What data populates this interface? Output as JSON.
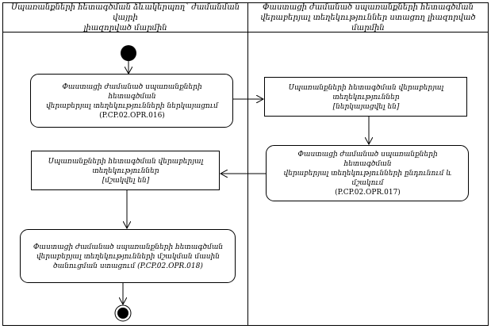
{
  "lanes": [
    {
      "title_lines": [
        "Սպառանքների հետագծման ձևակերպող` ժամանման վայրի",
        "լիազորված մարմին"
      ]
    },
    {
      "title_lines": [
        "Փաստացի ժամանած սպառանքների հետագծման",
        "վերաբերյալ տեղեկություններ ստացող լիազորված մարմին"
      ]
    }
  ],
  "nodes": {
    "act_present": {
      "lines": [
        "Փաստացի ժամանած սպառանքների հետագծման",
        "վերաբերյալ տեղեկությունների ներկայացում"
      ],
      "code": "(P.CP.02.OPR.016)"
    },
    "obj_submitted": {
      "lines": [
        "Սպառանքների հետագծման վերաբերյալ",
        "տեղեկություններ"
      ],
      "state": "[ներկայացվել են]"
    },
    "act_accept": {
      "lines": [
        "Փաստացի ժամանած սպառանքների հետագծման",
        "վերաբերյալ տեղեկությունների ընդունում և",
        "մշակում"
      ],
      "code": "(P.CP.02.OPR.017)"
    },
    "obj_processed": {
      "lines": [
        "Սպառանքների հետագծման վերաբերյալ",
        "տեղեկություններ"
      ],
      "state": "[մշակվել են]"
    },
    "act_receive": {
      "lines": [
        "Փաստացի ժամանած սպառանքների հետագծման",
        "վերաբերյալ տեղեկությունների մշակման մասին",
        "ծանուցման ստացում (P.CP.02.OPR.018)"
      ]
    }
  }
}
